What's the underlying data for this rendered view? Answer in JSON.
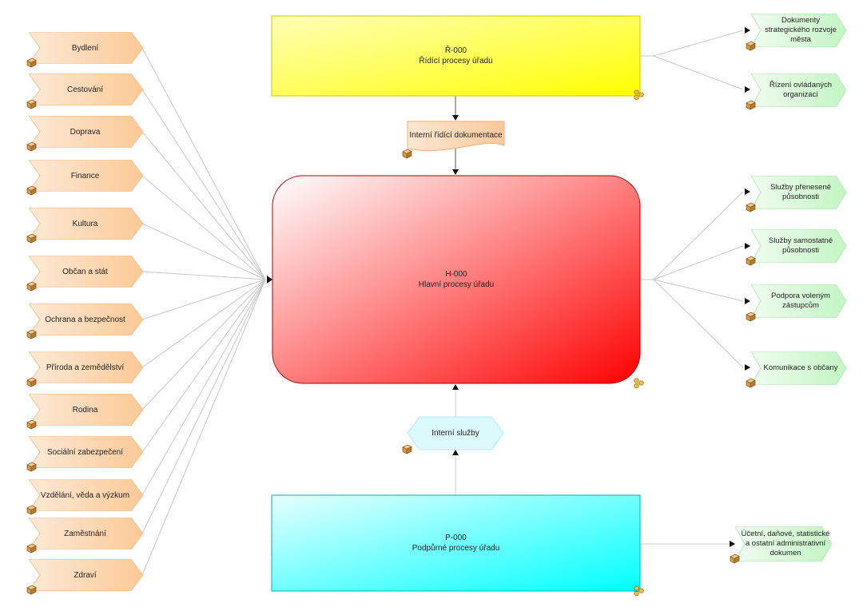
{
  "left_items": [
    {
      "label": "Bydlení"
    },
    {
      "label": "Cestování"
    },
    {
      "label": "Doprava"
    },
    {
      "label": "Finance"
    },
    {
      "label": "Kultura"
    },
    {
      "label": "Občan a stát"
    },
    {
      "label": "Ochrana a bezpečnost"
    },
    {
      "label": "Příroda a zemědělství"
    },
    {
      "label": "Rodina"
    },
    {
      "label": "Sociální zabezpečení"
    },
    {
      "label": "Vzdělání, věda a výzkum"
    },
    {
      "label": "Zaměstnání"
    },
    {
      "label": "Zdraví"
    }
  ],
  "governance": {
    "code": "Ř-000",
    "title": "Řídící procesy úřadu"
  },
  "main": {
    "code": "H-000",
    "title": "Hlavní procesy úřadu"
  },
  "support": {
    "code": "P-000",
    "title": "Podpůrné procesy úřadu"
  },
  "internal_docs": {
    "label": "Interní řídící dokumentace"
  },
  "internal_services": {
    "label": "Interní služby"
  },
  "gov_outputs": [
    {
      "label": "Dokumenty strategického rozvoje města"
    },
    {
      "label": "Řízení ovládaných organizací"
    }
  ],
  "main_outputs": [
    {
      "label": "Služby přenesené působnosti"
    },
    {
      "label": "Služby samostatné působnosti"
    },
    {
      "label": "Podpora voleným zástupcům"
    },
    {
      "label": "Komunikace s občany"
    }
  ],
  "support_outputs": [
    {
      "label": "Účetní, daňové, statistické a ostatní administrativní dokumen"
    }
  ],
  "colors": {
    "left_chevron": "#fbd2a8",
    "governance": "#ffff33",
    "main": "#ff1a1a",
    "support": "#00ffff",
    "output_chevron": "#ccf7cc",
    "service_hex": "#d8f8fb"
  }
}
